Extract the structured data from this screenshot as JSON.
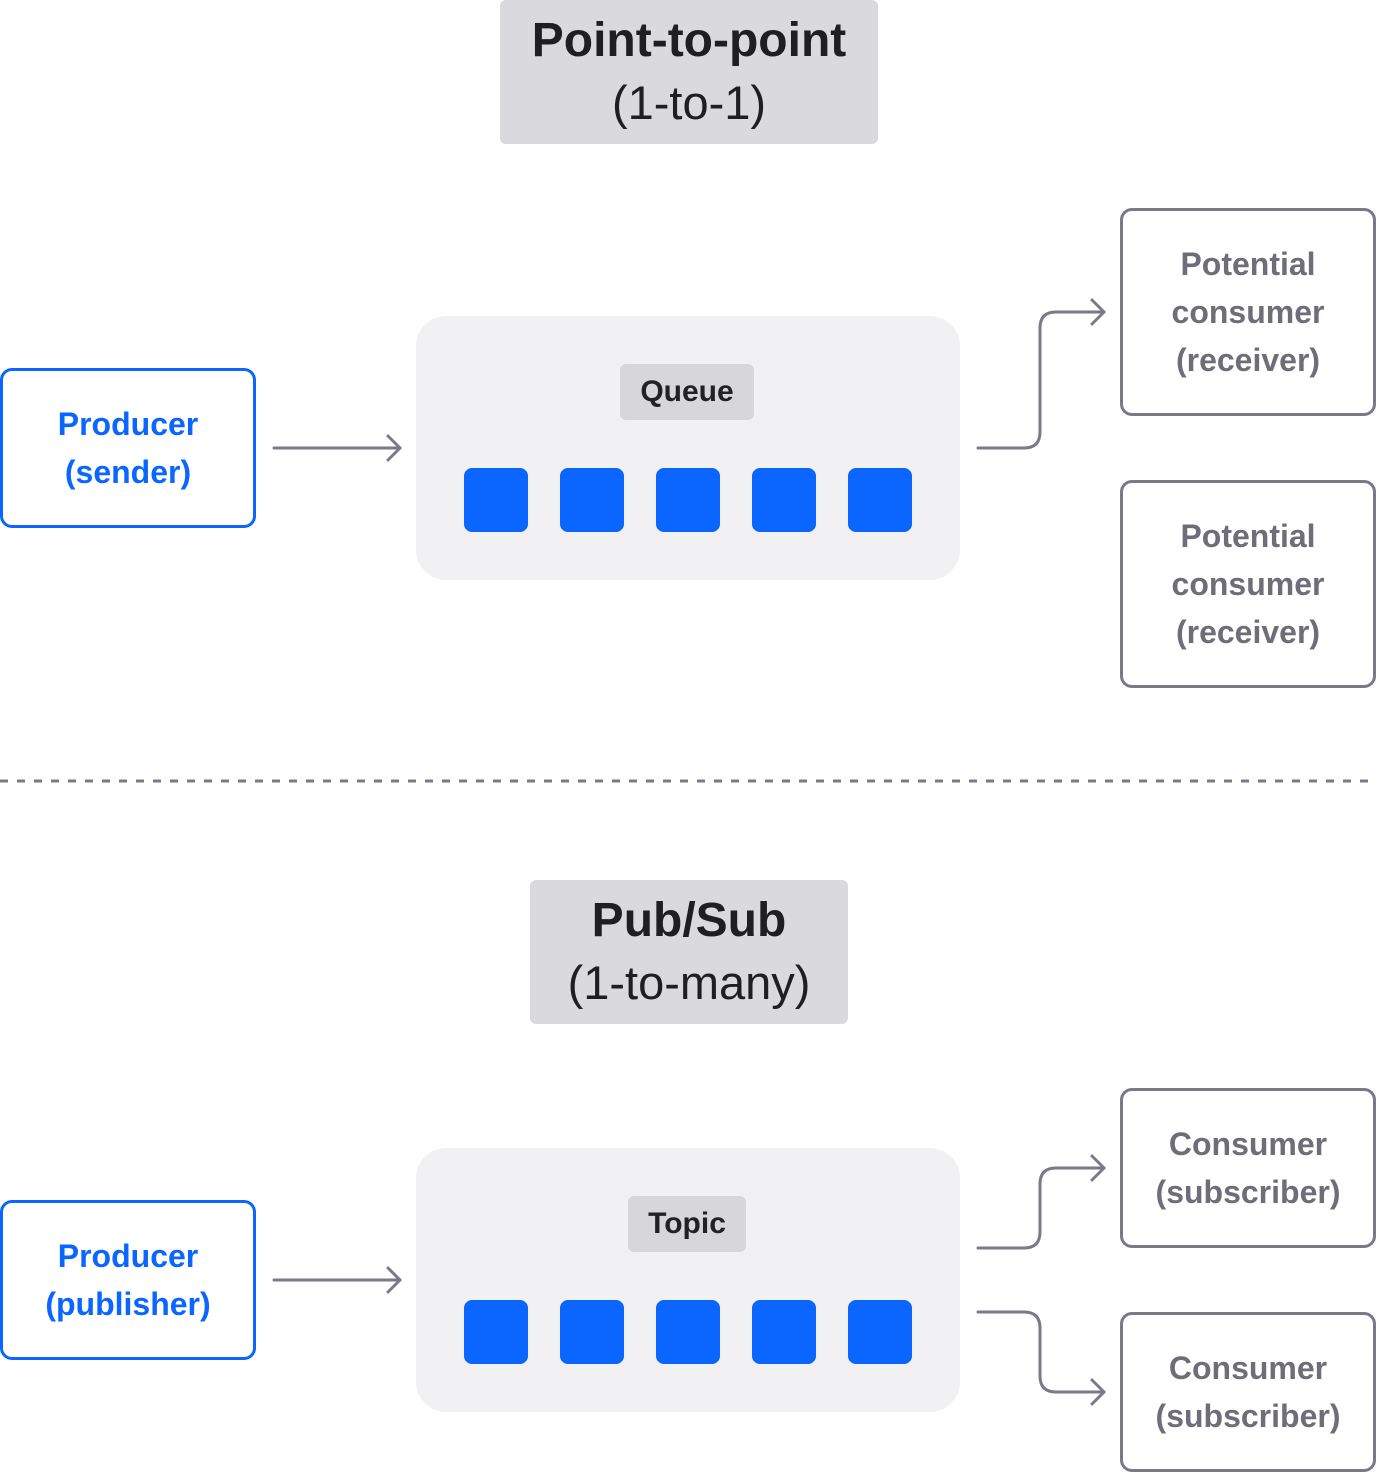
{
  "point_to_point": {
    "title": "Point-to-point",
    "subtitle": "(1-to-1)",
    "producer": [
      "Producer",
      "(sender)"
    ],
    "container_label": "Queue",
    "consumers": [
      [
        "Potential",
        "consumer",
        "(receiver)"
      ],
      [
        "Potential",
        "consumer",
        "(receiver)"
      ]
    ]
  },
  "pub_sub": {
    "title": "Pub/Sub",
    "subtitle": "(1-to-many)",
    "producer": [
      "Producer",
      "(publisher)"
    ],
    "container_label": "Topic",
    "consumers": [
      [
        "Consumer",
        "(subscriber)"
      ],
      [
        "Consumer",
        "(subscriber)"
      ]
    ]
  },
  "colors": {
    "accent_blue": "#0a66ff",
    "line_gray": "#7a7985",
    "container_bg": "#f1f1f3",
    "title_bg": "#d9d9de"
  }
}
